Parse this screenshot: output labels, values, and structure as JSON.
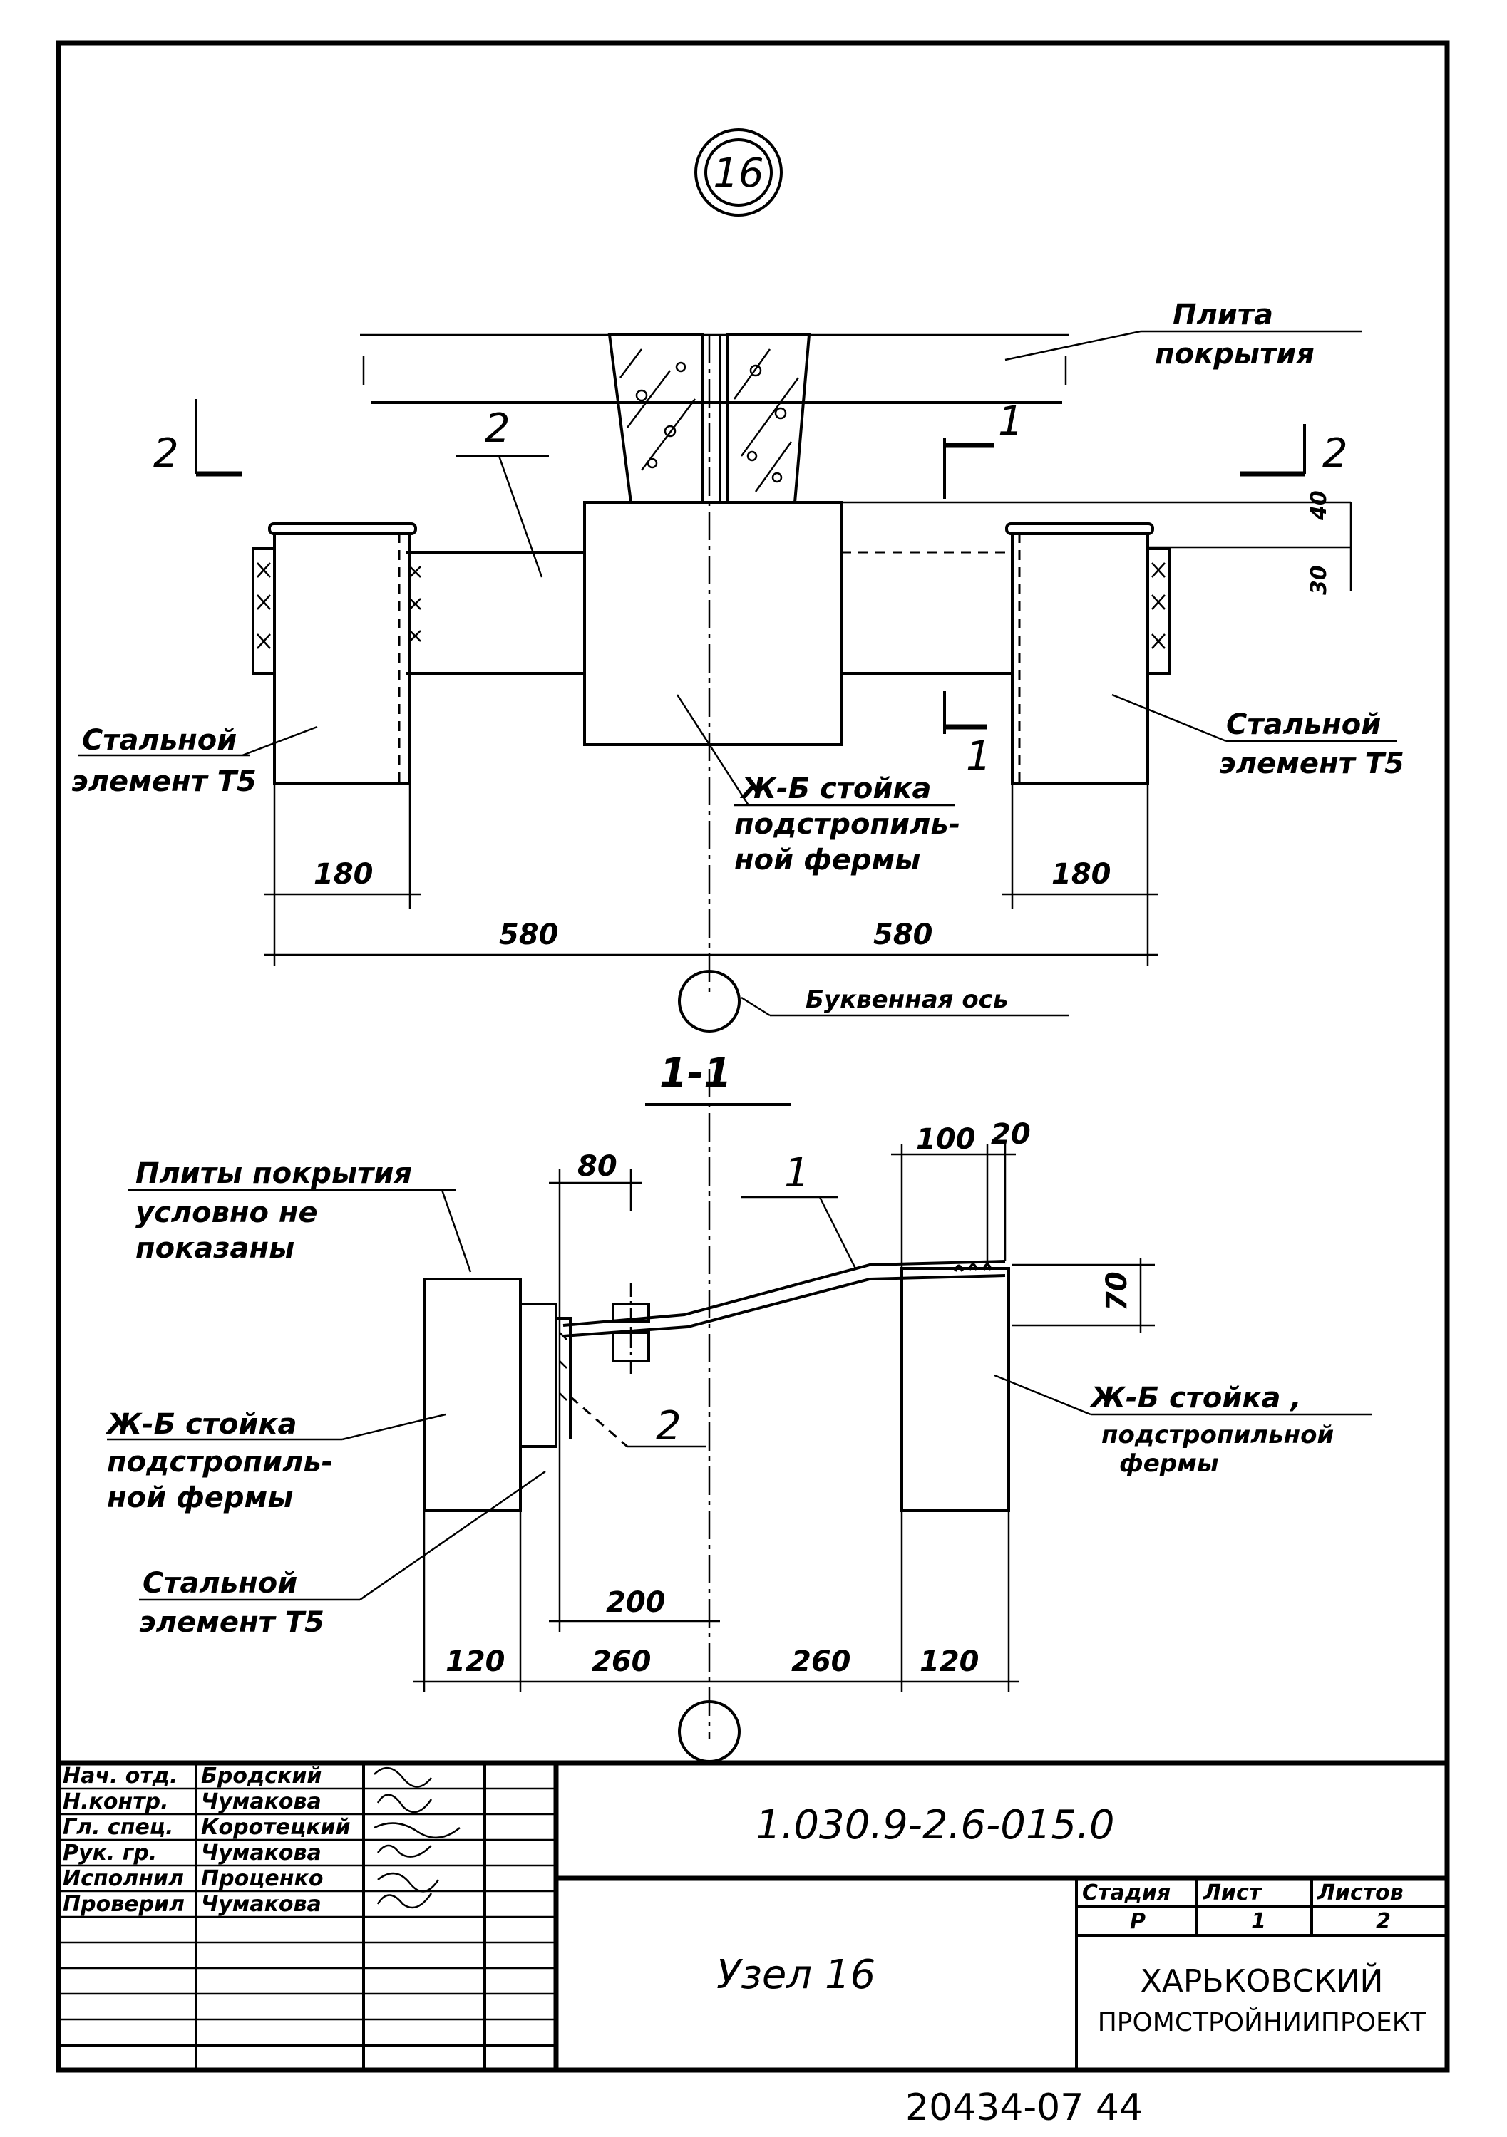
{
  "node_marker": "16",
  "top_view": {
    "slab_label": [
      "Плита",
      "покрытия"
    ],
    "section_mark_2": "2",
    "section_mark_1": "1",
    "callout_2": "2",
    "steel_left": [
      "Стальной",
      "элемент Т5"
    ],
    "steel_right": [
      "Стальной",
      "элемент Т5"
    ],
    "column_label": [
      "Ж-Б стойка",
      "подстропиль-",
      "ной фермы"
    ],
    "dim_40": "40",
    "dim_30": "30",
    "dim_180_left": "180",
    "dim_180_right": "180",
    "dim_580_left": "580",
    "dim_580_right": "580",
    "axis_label": "Буквенная ось"
  },
  "section_1_1": {
    "title": "1-1",
    "slab_note": [
      "Плиты покрытия",
      "условно не",
      "показаны"
    ],
    "callout_1": "1",
    "callout_2": "2",
    "column_left": [
      "Ж-Б стойка",
      "подстропиль-",
      "ной фермы"
    ],
    "column_right": [
      "Ж-Б стойка ,",
      "подстропильной",
      "фермы"
    ],
    "steel_label": [
      "Стальной",
      "элемент Т5"
    ],
    "dim_80": "80",
    "dim_100": "100",
    "dim_20": "20",
    "dim_70": "70",
    "dim_200": "200",
    "dim_120_left": "120",
    "dim_260_left": "260",
    "dim_260_right": "260",
    "dim_120_right": "120"
  },
  "title_block": {
    "rows": [
      {
        "role": "Нач. отд.",
        "name": "Бродский"
      },
      {
        "role": "Н.контр.",
        "name": "Чумакова"
      },
      {
        "role": "Гл. спец.",
        "name": "Коротецкий"
      },
      {
        "role": "Рук. гр.",
        "name": "Чумакова"
      },
      {
        "role": "Исполнил",
        "name": "Проценко"
      },
      {
        "role": "Проверил",
        "name": "Чумакова"
      }
    ],
    "doc_code": "1.030.9-2.6-015.0",
    "sheet_title": "Узел 16",
    "stage_header": "Стадия",
    "sheet_header": "Лист",
    "sheets_header": "Листов",
    "stage": "Р",
    "sheet": "1",
    "sheets": "2",
    "org": [
      "ХАРЬКОВСКИЙ",
      "ПРОМСТРОЙНИИПРОЕКТ"
    ]
  },
  "footer_code": "20434-07   44"
}
